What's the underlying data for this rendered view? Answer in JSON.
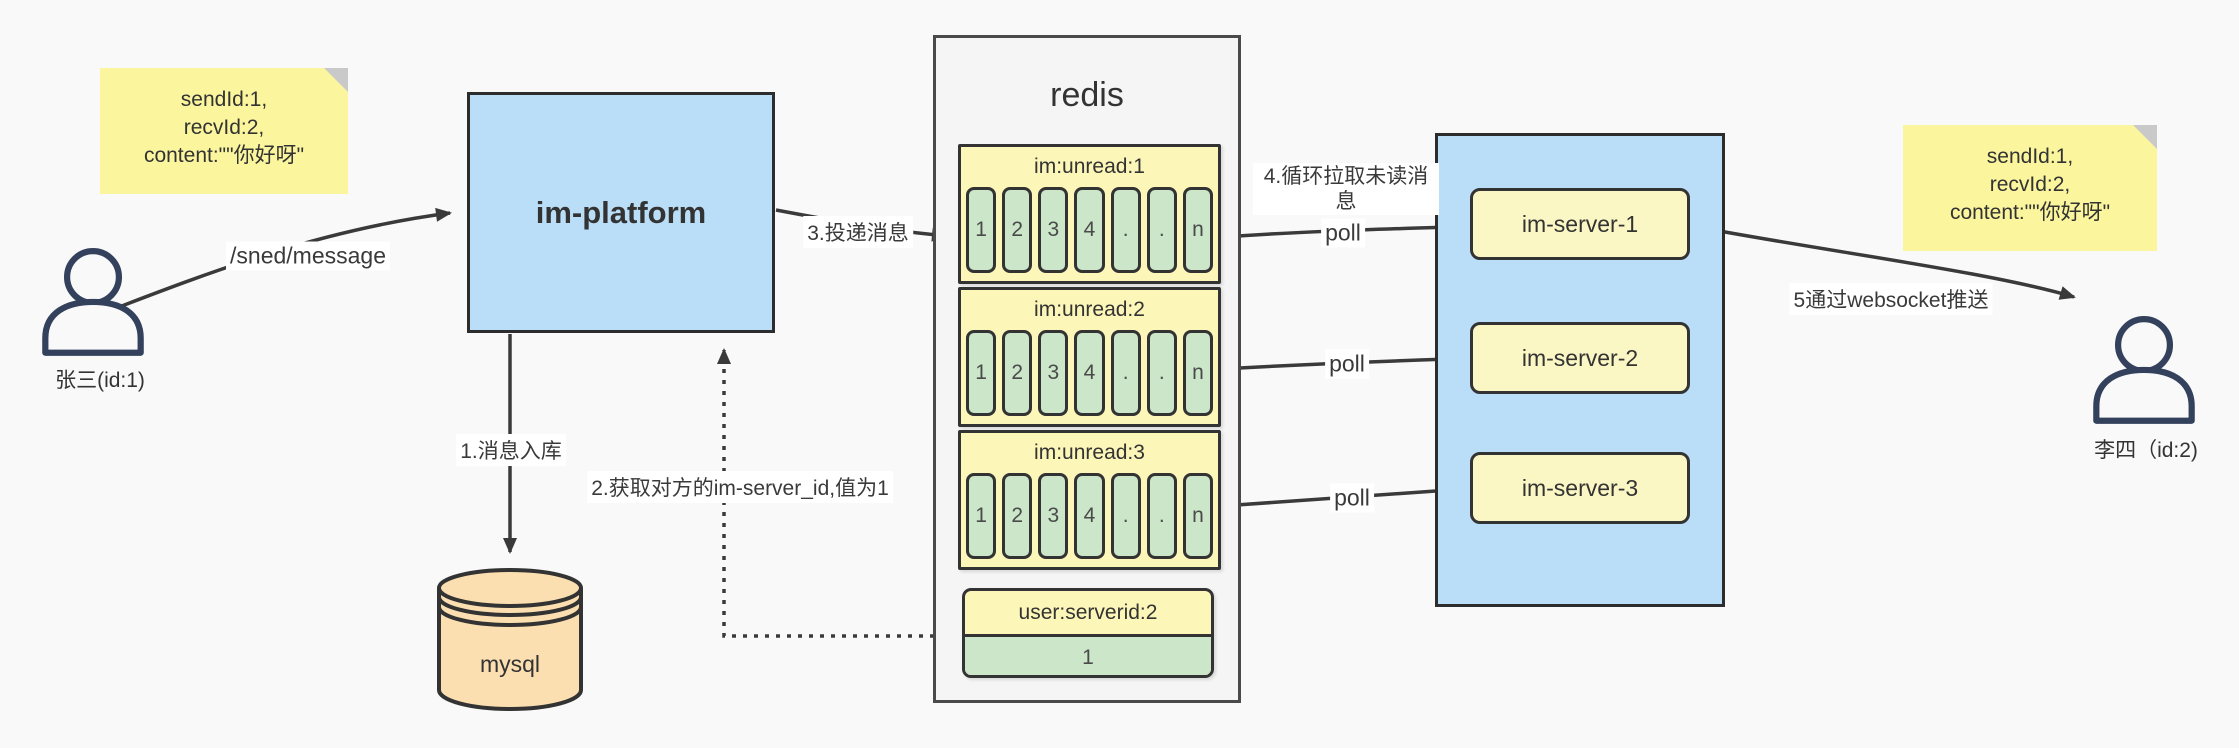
{
  "note": {
    "line1": "sendId:1,",
    "line2": "recvId:2,",
    "line3": "content:\"\"你好呀\""
  },
  "actors": {
    "sender": {
      "label": "张三(id:1)"
    },
    "receiver": {
      "label": "李四（id:2)"
    }
  },
  "platform": {
    "label": "im-platform"
  },
  "mysql": {
    "label": "mysql"
  },
  "redis": {
    "title": "redis",
    "queues": [
      {
        "header": "im:unread:1",
        "cells": [
          "1",
          "2",
          "3",
          "4",
          ".",
          ".",
          "n"
        ]
      },
      {
        "header": "im:unread:2",
        "cells": [
          "1",
          "2",
          "3",
          "4",
          ".",
          ".",
          "n"
        ]
      },
      {
        "header": "im:unread:3",
        "cells": [
          "1",
          "2",
          "3",
          "4",
          ".",
          ".",
          "n"
        ]
      }
    ],
    "kv": {
      "header": "user:serverid:2",
      "value": "1"
    }
  },
  "servers": [
    {
      "label": "im-server-1"
    },
    {
      "label": "im-server-2"
    },
    {
      "label": "im-server-3"
    }
  ],
  "edges": {
    "send": "/sned/message",
    "step1": "1.消息入库",
    "step2": "2.获取对方的im-server_id,值为1",
    "step3": "3.投递消息",
    "step4": "4.循环拉取未读消息",
    "step5": "5通过websocket推送",
    "poll": "poll"
  },
  "colors": {
    "blue": "#badef8",
    "sticky_yellow": "#fbf69e",
    "box_yellow": "#fcf6b8",
    "green": "#cbe6c8",
    "tan": "#fbdfb1",
    "panel_gray": "#f5f5f5",
    "stroke": "#3a3a3a"
  }
}
